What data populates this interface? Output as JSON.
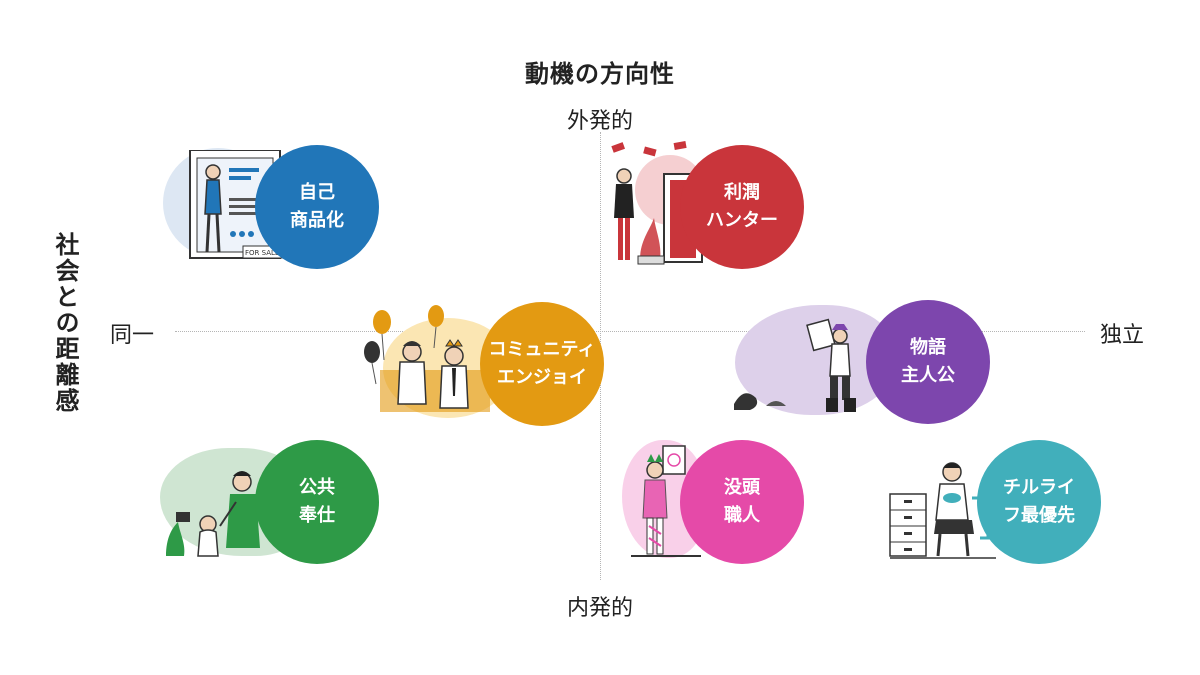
{
  "title": "動機の方向性",
  "vertical_title": "社会との距離感",
  "axis": {
    "top": "外発的",
    "bottom": "内発的",
    "left": "同一",
    "right": "独立"
  },
  "illustration_text": {
    "sign": "FOR SALE"
  },
  "colors": {
    "blue": "#2176b8",
    "red": "#c9353b",
    "orange": "#e39a12",
    "purple": "#7d46ad",
    "green": "#2e9a47",
    "pink": "#e54aa8",
    "teal": "#41afbb"
  },
  "nodes": [
    {
      "id": "self-commodification",
      "line1": "自己",
      "line2": "商品化",
      "color": "#2176b8"
    },
    {
      "id": "profit-hunter",
      "line1": "利潤",
      "line2": "ハンター",
      "color": "#c9353b"
    },
    {
      "id": "community-enjoy",
      "line1": "コミュニティ",
      "line2": "エンジョイ",
      "color": "#e39a12"
    },
    {
      "id": "story-protagonist",
      "line1": "物語",
      "line2": "主人公",
      "color": "#7d46ad"
    },
    {
      "id": "public-service",
      "line1": "公共",
      "line2": "奉仕",
      "color": "#2e9a47"
    },
    {
      "id": "absorbed-craftsman",
      "line1": "没頭",
      "line2": "職人",
      "color": "#e54aa8"
    },
    {
      "id": "team-life-first",
      "line1": "チルライ",
      "line2": "フ最優先",
      "color": "#41afbb"
    }
  ]
}
